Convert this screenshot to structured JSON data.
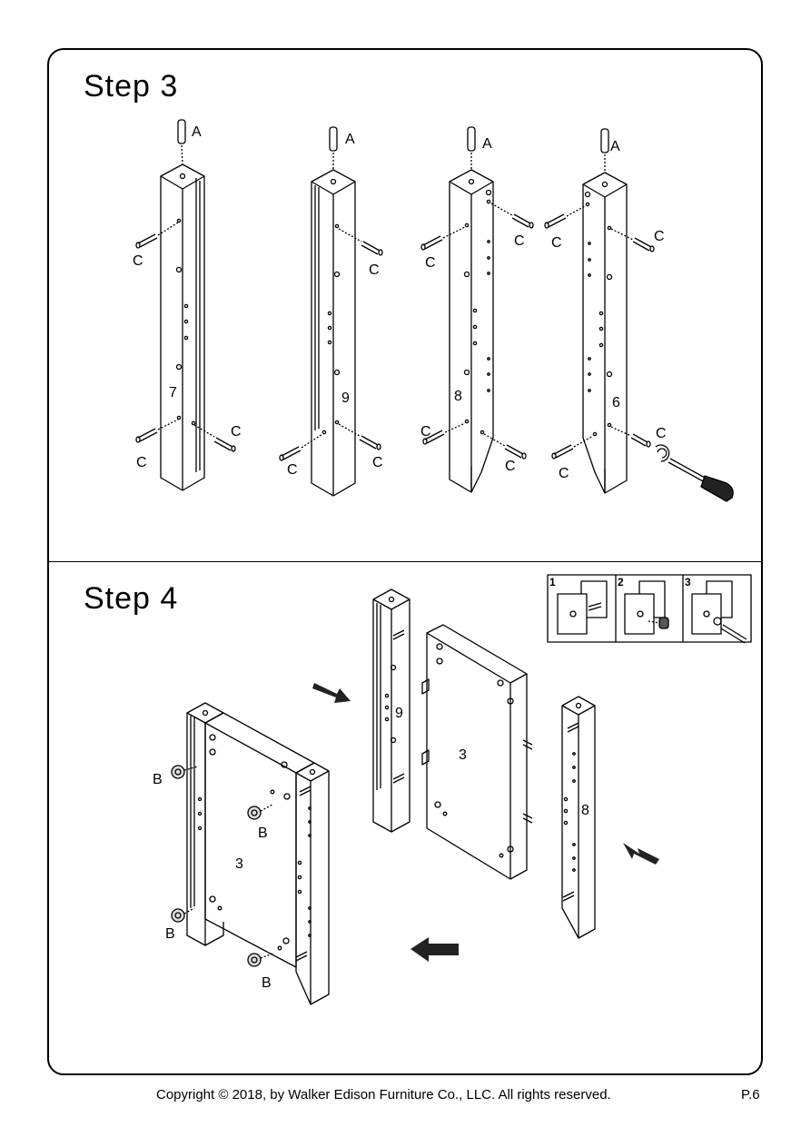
{
  "steps": [
    {
      "title": "Step  3"
    },
    {
      "title": "Step  4"
    }
  ],
  "labels": {
    "dowel": "A",
    "bolt": "C",
    "cam": "B",
    "post_left_step3": "7",
    "post_9": "9",
    "post_8": "8",
    "post_6": "6",
    "panel": "3",
    "inset_1": "1",
    "inset_2": "2",
    "inset_3": "3"
  },
  "footer": {
    "copyright": "Copyright  © 2018, by Walker Edison Furniture Co., LLC. All rights reserved.",
    "page": "P.6"
  }
}
